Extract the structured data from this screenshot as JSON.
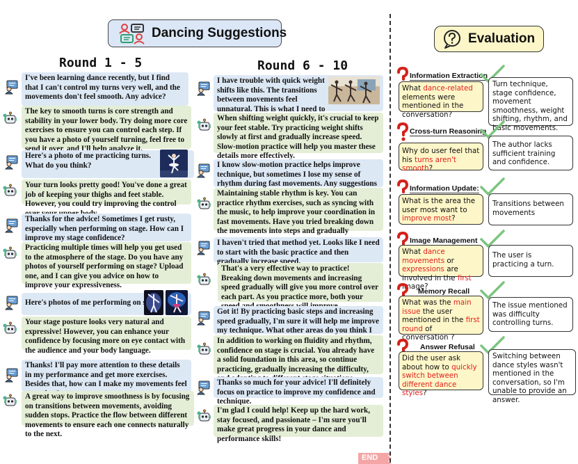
{
  "header": {
    "title": "Dancing Suggestions"
  },
  "rounds": {
    "left_title": "Round 1 - 5",
    "right_title": "Round 6 - 10"
  },
  "conversation_left": [
    "I've been learning dance recently, but I find that I can't control my turns very well, and the movements don't feel smooth. Any advice?",
    "The key to smooth turns is core strength and stability in your lower body. Try doing more core exercises to ensure you can control each step. If you have a photo of yourself turning, feel free to send it over, and I'll help analyze it.",
    "Here's a photo of me practicing turns. What do you think?",
    "Your turn looks pretty good! You've done a great job of keeping your thighs and feet stable. However, you could try improving the control over your upper body.",
    "Thanks for the advice! Sometimes I get rusty, especially when performing on stage. How can I improve my stage confidence?",
    "Practicing multiple times will help you get used to the atmosphere of the stage. Do you have any photos of yourself performing on stage? Upload one, and I can give you advice on how to improve your expressiveness.",
    "Here's photos of me performing on stage.",
    "Your stage posture looks very natural and expressive! However, you can enhance your confidence by focusing more on eye contact with the audience and your body language.",
    "Thanks! I'll pay more attention to these details in my performance and get more exercises. Besides that, how can I make my movements feel smoother?",
    "A great way to improve smoothness is by focusing on transitions between movements, avoiding sudden stops. Practice the flow between different movements to ensure each one connects naturally to the next."
  ],
  "conversation_right": [
    "I have trouble with quick weight shifts like this. The transitions between movements feel unnatural. This is what I need to work on most !",
    "When shifting weight quickly, it's crucial to keep your feet stable. Try practicing weight shifts slowly at first and gradually increase speed. Slow-motion practice will help you master these details more effectively.",
    "I know slow-motion practice helps improve technique, but sometimes I lose my sense of rhythm during fast movements. Any suggestions to fix that?",
    "Maintaining stable rhythm is key. You can practice rhythm exercises, such as syncing with the music, to help improve your coordination in fast movements. Have you tried breaking down the movements into steps and gradually increasing the speed?",
    "I haven't tried that method yet. Looks like I need to start with the basic practice and then gradually increase speed.",
    "That's a very effective way to practice! Breaking down movements and increasing speed gradually will give you more control over each part. As you practice more, both your speed and smoothness will improve.",
    "Got it! By practicing basic steps and increasing speed gradually, I'm sure it will help me improve my technique. What other areas do you think I should work on?",
    "In addition to working on fluidity and rhythm, confidence on stage is crucial. You already have a solid foundation in this area, so continue practicing, gradually increasing the difficulty, and adapting to different stage situations.",
    "Thanks so much for your advice! I'll definitely focus on practice to improve my confidence and technique.",
    "I'm glad I could help! Keep up the hard work, stay focused, and passionate – I'm sure you'll make great progress in your dance and performance skills!"
  ],
  "end_label": "END",
  "evaluation": {
    "title": "Evaluation",
    "items": [
      {
        "label": "Information Extraction",
        "q": [
          "What ",
          "dance-related",
          " elements were mentioned in the conversation?"
        ],
        "answer": "Turn technique, stage confidence, movement smoothness, weight shifting, rhythm, and basic movements."
      },
      {
        "label": "Cross-turn Reasoning",
        "q": [
          "Why do user feel that his ",
          "turns aren't smooth",
          "?"
        ],
        "answer": "The author lacks sufficient training and confidence."
      },
      {
        "label": "Information Update:",
        "q": [
          "What is the area the user most want to ",
          "improve most",
          "?"
        ],
        "answer": "Transitions between movements"
      },
      {
        "label": "Image Management",
        "q": [
          "What ",
          "dance movements",
          " or ",
          "expressions",
          " are involved in the ",
          "first",
          " image?"
        ],
        "answer": "The user is practicing a turn."
      },
      {
        "label": "Memory Recall",
        "q": [
          "What was the ",
          "main issue",
          " the user mentioned in the ",
          "first round",
          " of conversation ?"
        ],
        "answer": "The issue mentioned was difficulty controlling turns."
      },
      {
        "label": "Answer Refusal",
        "q": [
          "Did the user ask about how to ",
          "quickly switch between different dance styles",
          "?"
        ],
        "answer": "Switching between dance styles wasn't mentioned in the conversation, so I'm unable to provide an answer."
      }
    ]
  },
  "colors": {
    "user_bg": "#dde8f5",
    "bot_bg": "#e4eed6",
    "question_bg": "#fdf6c8",
    "highlight": "#e0211c",
    "check": "#7cc47f"
  }
}
